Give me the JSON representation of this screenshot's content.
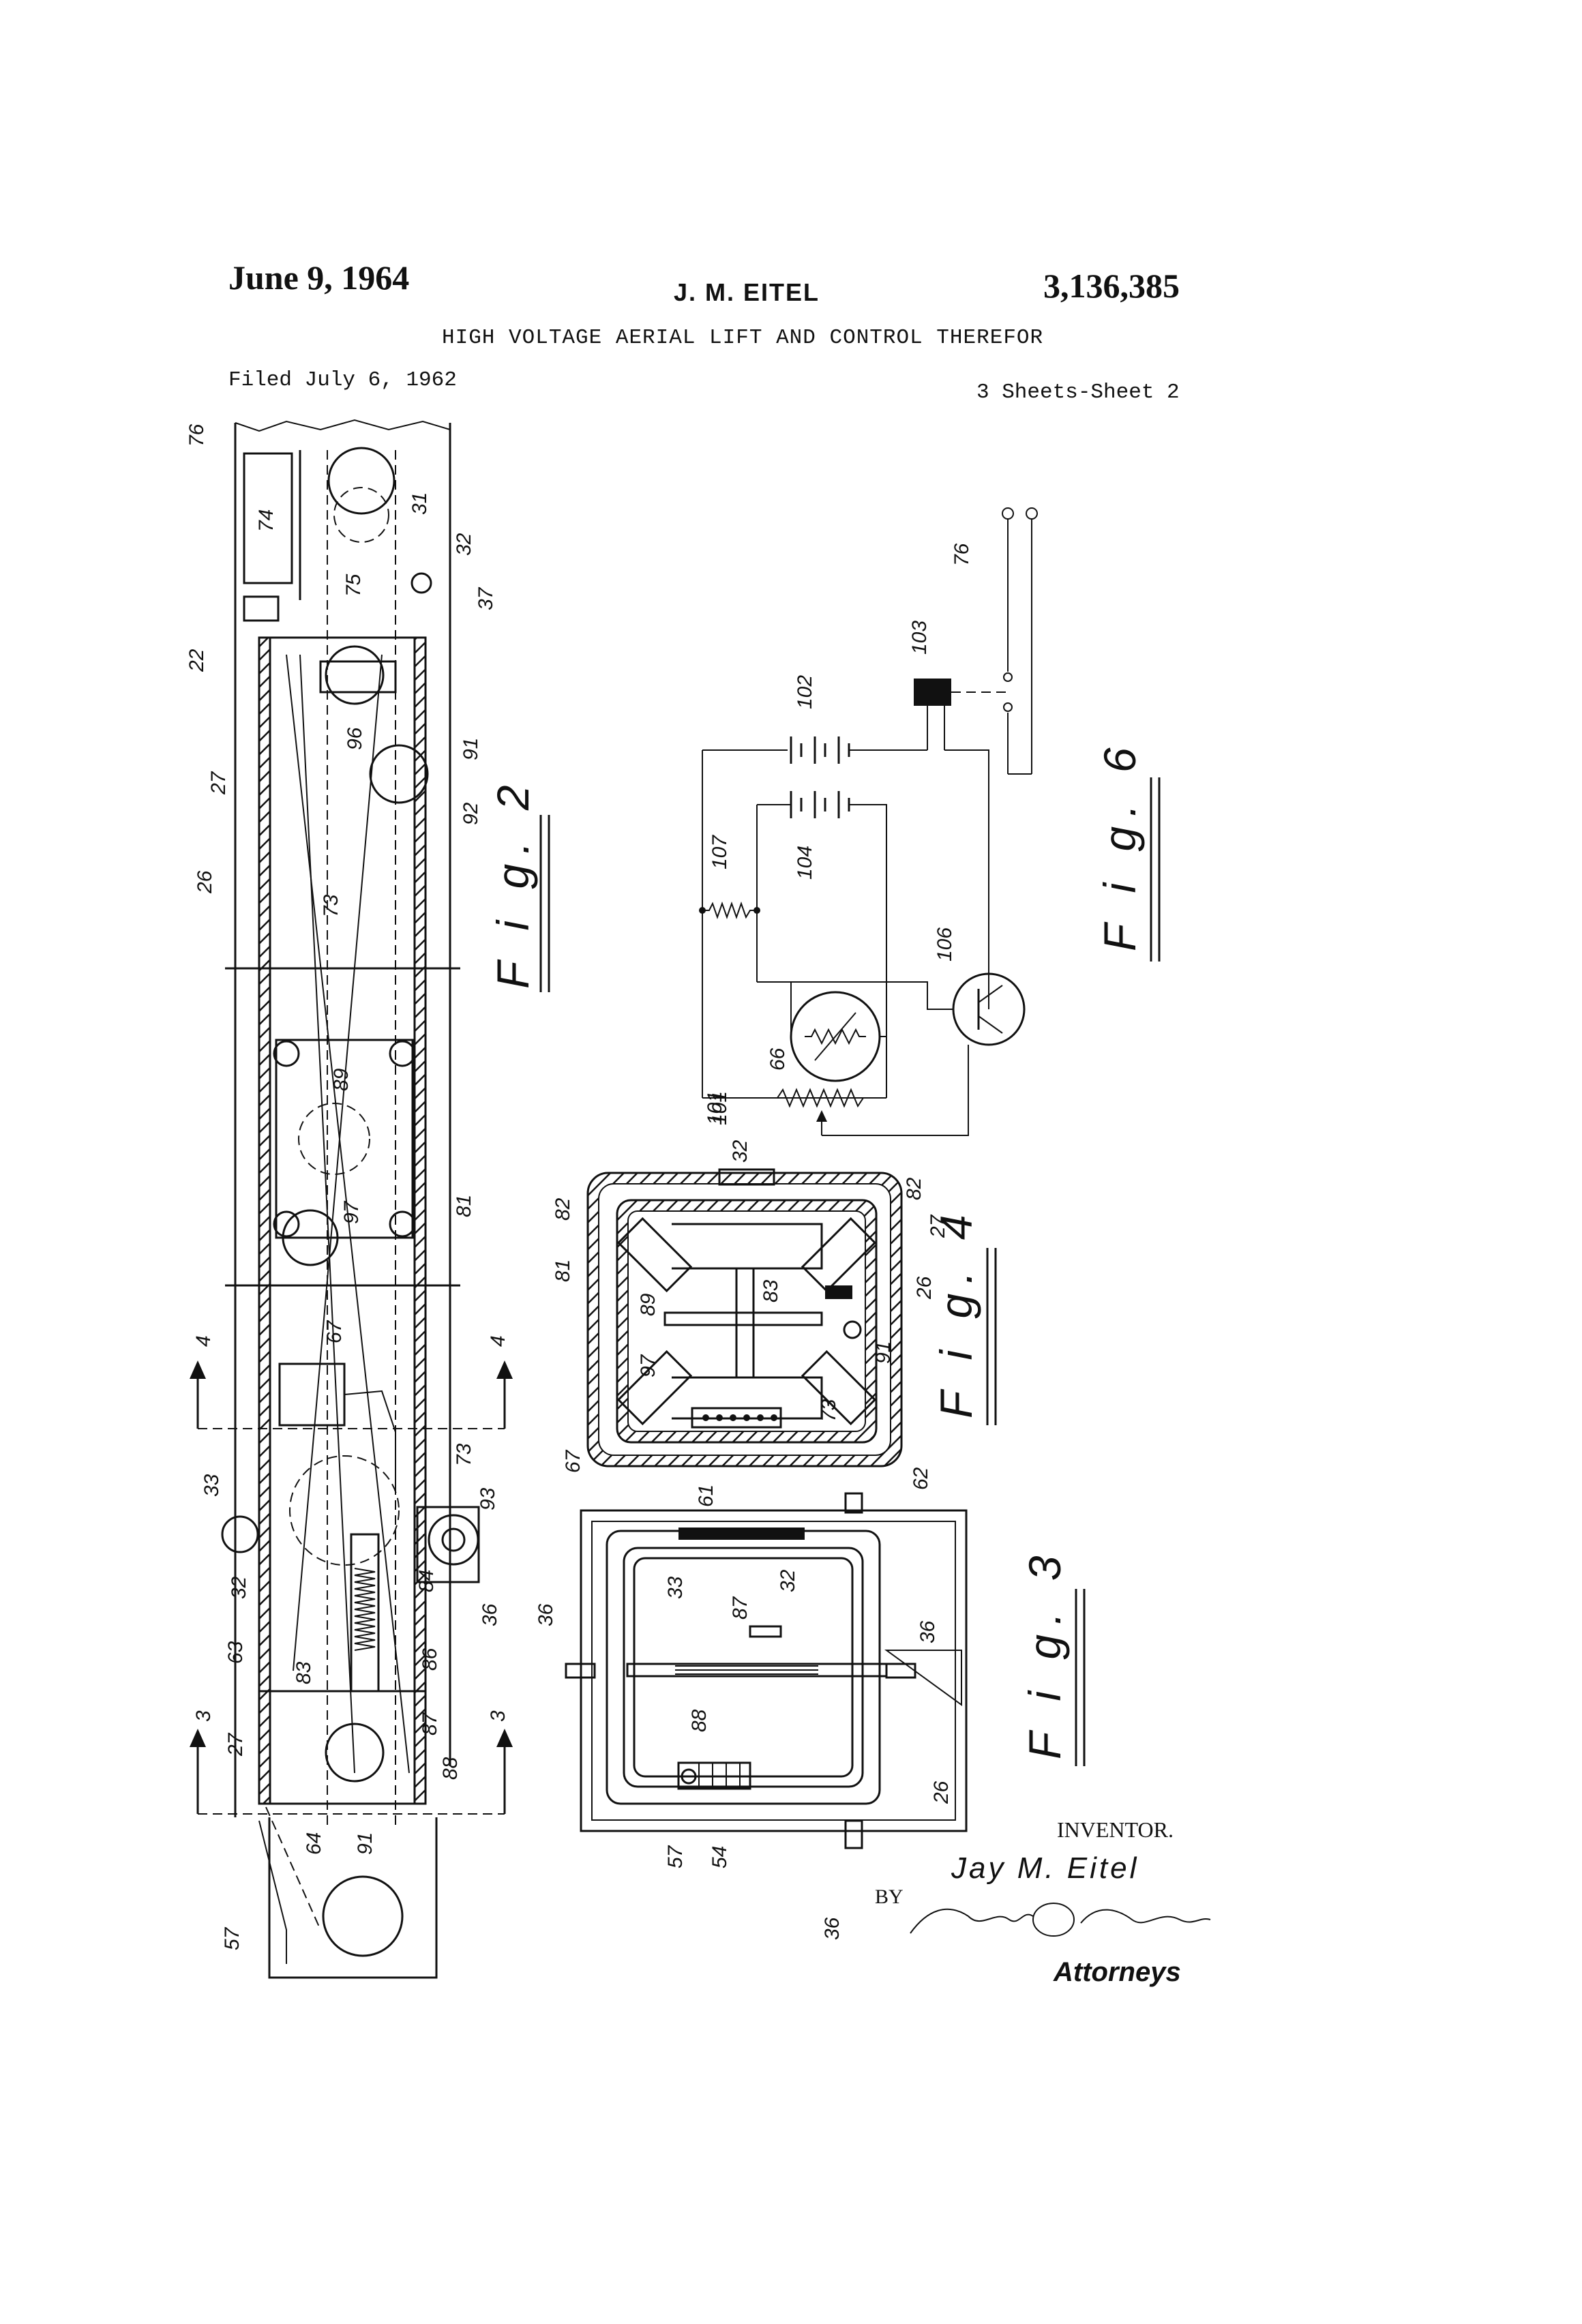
{
  "header": {
    "date": "June 9, 1964",
    "inventor_short": "J. M. EITEL",
    "patent_number": "3,136,385",
    "title": "HIGH VOLTAGE AERIAL LIFT AND CONTROL THEREFOR",
    "filed": "Filed July 6, 1962",
    "sheets": "3 Sheets-Sheet 2"
  },
  "figures": {
    "fig2": "F i g. 2",
    "fig3": "F i g. 3",
    "fig4": "F i g. 4",
    "fig6": "F i g. 6"
  },
  "fig2_labels": {
    "l76": "76",
    "l74": "74",
    "l31": "31",
    "l32": "32",
    "l37": "37",
    "l75": "75",
    "l22": "22",
    "l96": "96",
    "l91": "91",
    "l27": "27",
    "l92": "92",
    "l26": "26",
    "l73": "73",
    "l89": "89",
    "l81": "81",
    "l97": "97",
    "l4": "4",
    "l4b": "4",
    "l67": "67",
    "l33": "33",
    "l73b": "73",
    "l93": "93",
    "l32b": "32",
    "l84": "84",
    "l36": "36",
    "l63": "63",
    "l86": "86",
    "l83": "83",
    "l3": "3",
    "l3b": "3",
    "l27b": "27",
    "l87": "87",
    "l88": "88",
    "l91b": "91",
    "l64": "64",
    "l57": "57"
  },
  "fig4_labels": {
    "l101": "101",
    "l32": "32",
    "l82": "82",
    "l82b": "82",
    "l27": "27",
    "l81": "81",
    "l26": "26",
    "l89": "89",
    "l83": "83",
    "l97": "97",
    "l91": "91",
    "l73": "73",
    "l67": "67",
    "l61": "61",
    "l62": "62"
  },
  "fig3_labels": {
    "l33": "33",
    "l32": "32",
    "l87": "87",
    "l36": "36",
    "l36b": "36",
    "l88": "88",
    "l26": "26",
    "l57": "57",
    "l54": "54",
    "l36c": "36"
  },
  "fig6_labels": {
    "l76": "76",
    "l103": "103",
    "l102": "102",
    "l107": "107",
    "l104": "104",
    "l106": "106",
    "l66": "66",
    "l101": "101"
  },
  "signature": {
    "inventor_heading": "INVENTOR.",
    "inventor_name": "Jay M. Eitel",
    "by": "BY",
    "attorneys": "Attorneys"
  }
}
